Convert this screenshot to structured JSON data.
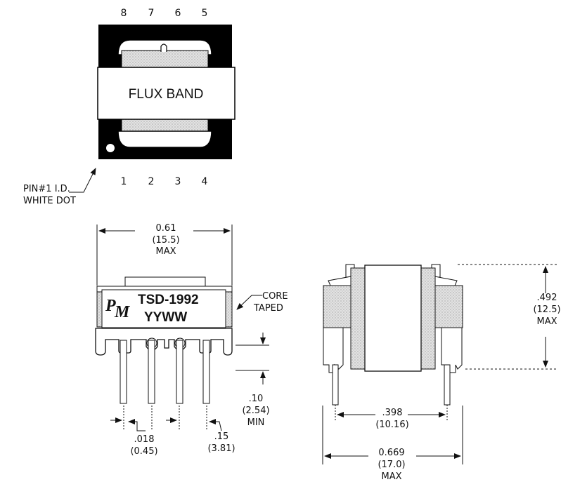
{
  "top_view": {
    "pins_top": [
      "8",
      "7",
      "6",
      "5"
    ],
    "pins_bottom": [
      "1",
      "2",
      "3",
      "4"
    ],
    "band_label": "FLUX BAND",
    "pin1_label_line1": "PIN#1 I.D.",
    "pin1_label_line2": "WHITE DOT"
  },
  "front_view": {
    "logo_p": "P",
    "logo_m": "M",
    "part_number": "TSD-1992",
    "date_code": "YYWW",
    "core_label_line1": "CORE",
    "core_label_line2": "TAPED",
    "width_dim": [
      "0.61",
      "(15.5)",
      "MAX"
    ],
    "lead_len_dim": [
      ".10",
      "(2.54)",
      "MIN"
    ],
    "pin_dia_dim": [
      ".018",
      "(0.45)"
    ],
    "pitch_dim": [
      ".15",
      "(3.81)"
    ]
  },
  "side_view": {
    "height_dim": [
      ".492",
      "(12.5)",
      "MAX"
    ],
    "row_dim": [
      ".398",
      "(10.16)"
    ],
    "depth_dim": [
      "0.669",
      "(17.0)",
      "MAX"
    ]
  }
}
